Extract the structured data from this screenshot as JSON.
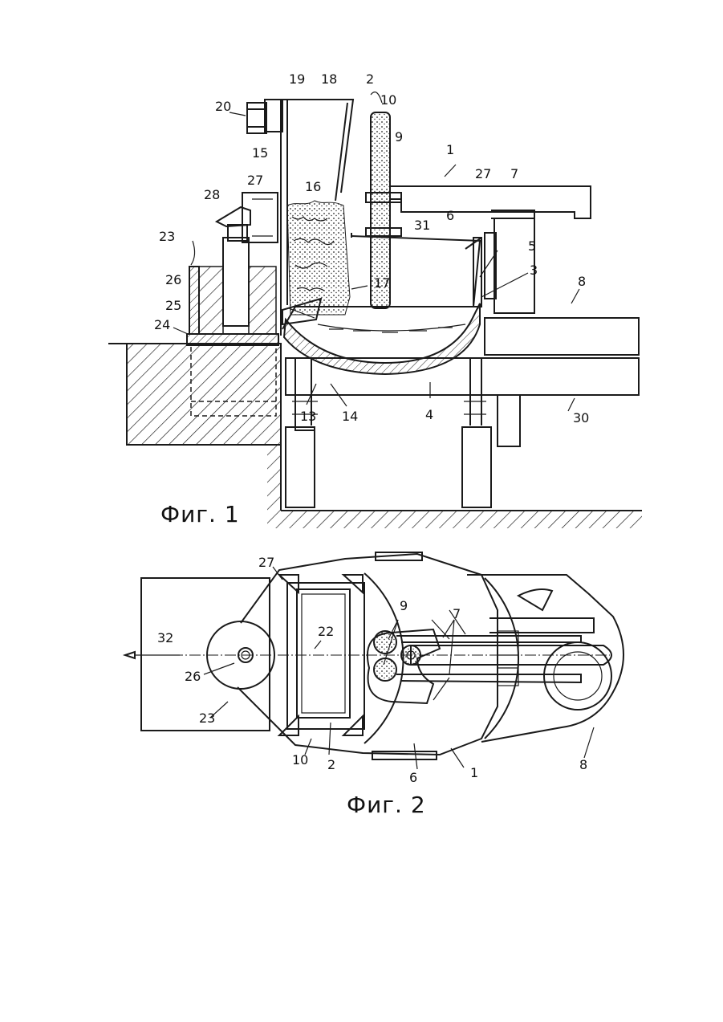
{
  "figures": [
    {
      "id": "fig1",
      "caption": "Фиг. 1",
      "labels": [
        "1",
        "2",
        "3",
        "4",
        "5",
        "6",
        "7",
        "8",
        "9",
        "10",
        "13",
        "14",
        "15",
        "16",
        "17",
        "18",
        "19",
        "20",
        "23",
        "24",
        "25",
        "26",
        "27",
        "27",
        "28",
        "30",
        "31"
      ]
    },
    {
      "id": "fig2",
      "caption": "Фиг. 2",
      "labels": [
        "1",
        "2",
        "6",
        "7",
        "8",
        "9",
        "10",
        "22",
        "23",
        "26",
        "27",
        "32"
      ]
    }
  ]
}
